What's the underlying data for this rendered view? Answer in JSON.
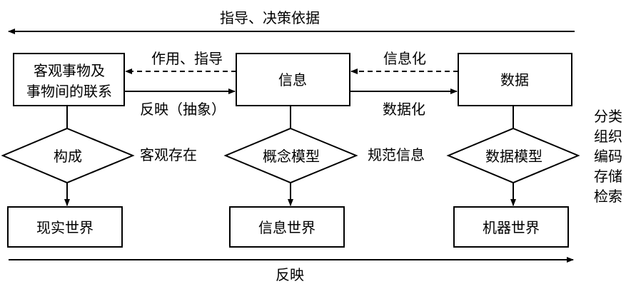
{
  "top_arrow_label": "指导、决策依据",
  "bottom_arrow_label": "反映",
  "boxes": {
    "objective": [
      "客观事物及",
      "事物间的联系"
    ],
    "information": "信息",
    "data": "数据"
  },
  "diamonds": {
    "composition": "构成",
    "concept_model": "概念模型",
    "data_model": "数据模型"
  },
  "worlds": {
    "real": "现实世界",
    "information": "信息世界",
    "machine": "机器世界"
  },
  "edge_labels": {
    "action_guidance": "作用、指导",
    "reflect_abstract": "反映（抽象）",
    "informatization": "信息化",
    "datafication": "数据化",
    "objective_existence": "客观存在",
    "standardized_info": "规范信息"
  },
  "side_operations": [
    "分类",
    "组织",
    "编码",
    "存储",
    "检索"
  ]
}
